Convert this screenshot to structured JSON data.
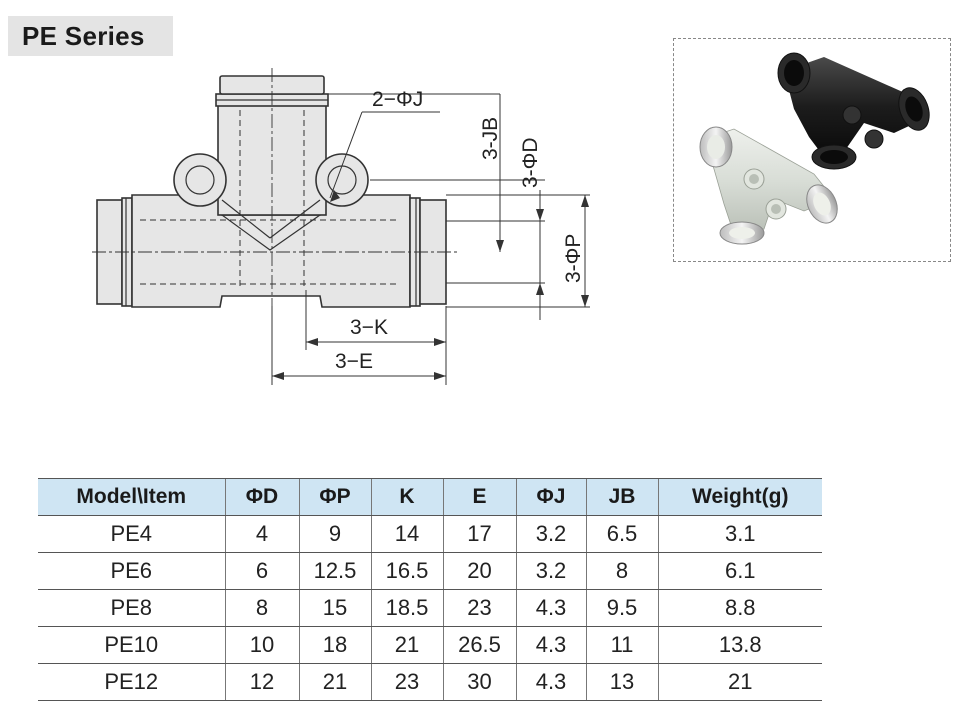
{
  "title": "PE Series",
  "drawing": {
    "labels": {
      "j": "2−ΦJ",
      "jb": "3-JB",
      "d": "3-ΦD",
      "p": "3-ΦP",
      "k": "3−K",
      "e": "3−E"
    }
  },
  "table": {
    "headers": [
      "Model\\Item",
      "ΦD",
      "ΦP",
      "K",
      "E",
      "ΦJ",
      "JB",
      "Weight(g)"
    ],
    "rows": [
      [
        "PE4",
        "4",
        "9",
        "14",
        "17",
        "3.2",
        "6.5",
        "3.1"
      ],
      [
        "PE6",
        "6",
        "12.5",
        "16.5",
        "20",
        "3.2",
        "8",
        "6.1"
      ],
      [
        "PE8",
        "8",
        "15",
        "18.5",
        "23",
        "4.3",
        "9.5",
        "8.8"
      ],
      [
        "PE10",
        "10",
        "18",
        "21",
        "26.5",
        "4.3",
        "11",
        "13.8"
      ],
      [
        "PE12",
        "12",
        "21",
        "23",
        "30",
        "4.3",
        "13",
        "21"
      ]
    ]
  },
  "colors": {
    "header_bg": "#cfe5f3",
    "title_bg": "#e4e4e4",
    "body_gray": "#e6e6e6",
    "line": "#333333"
  },
  "icons": [
    "pe-tee-fitting-drawing",
    "pe-tee-fitting-photo"
  ]
}
